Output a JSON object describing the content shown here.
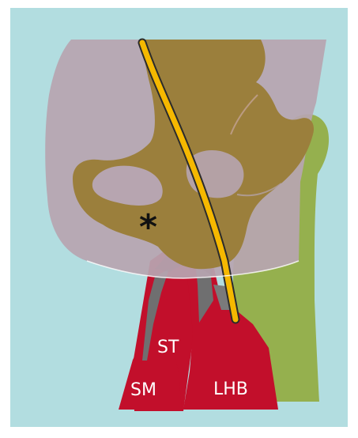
{
  "labels": {
    "semitendinosus": "ST",
    "semimembranosus": "SM",
    "long_head_biceps": "LHB",
    "ischial_tuberosity_marker": "*"
  },
  "colors": {
    "background": "#b2dde0",
    "joint_capsule": "#b7a5b0",
    "pelvis_bone": "#9b7f3c",
    "femur": "#95b04e",
    "sciatic_nerve": "#f5b800",
    "muscle": "#c20f2b",
    "tendon": "#6f6f70"
  },
  "icons": {
    "anatomy": "hamstring-origin-diagram"
  }
}
